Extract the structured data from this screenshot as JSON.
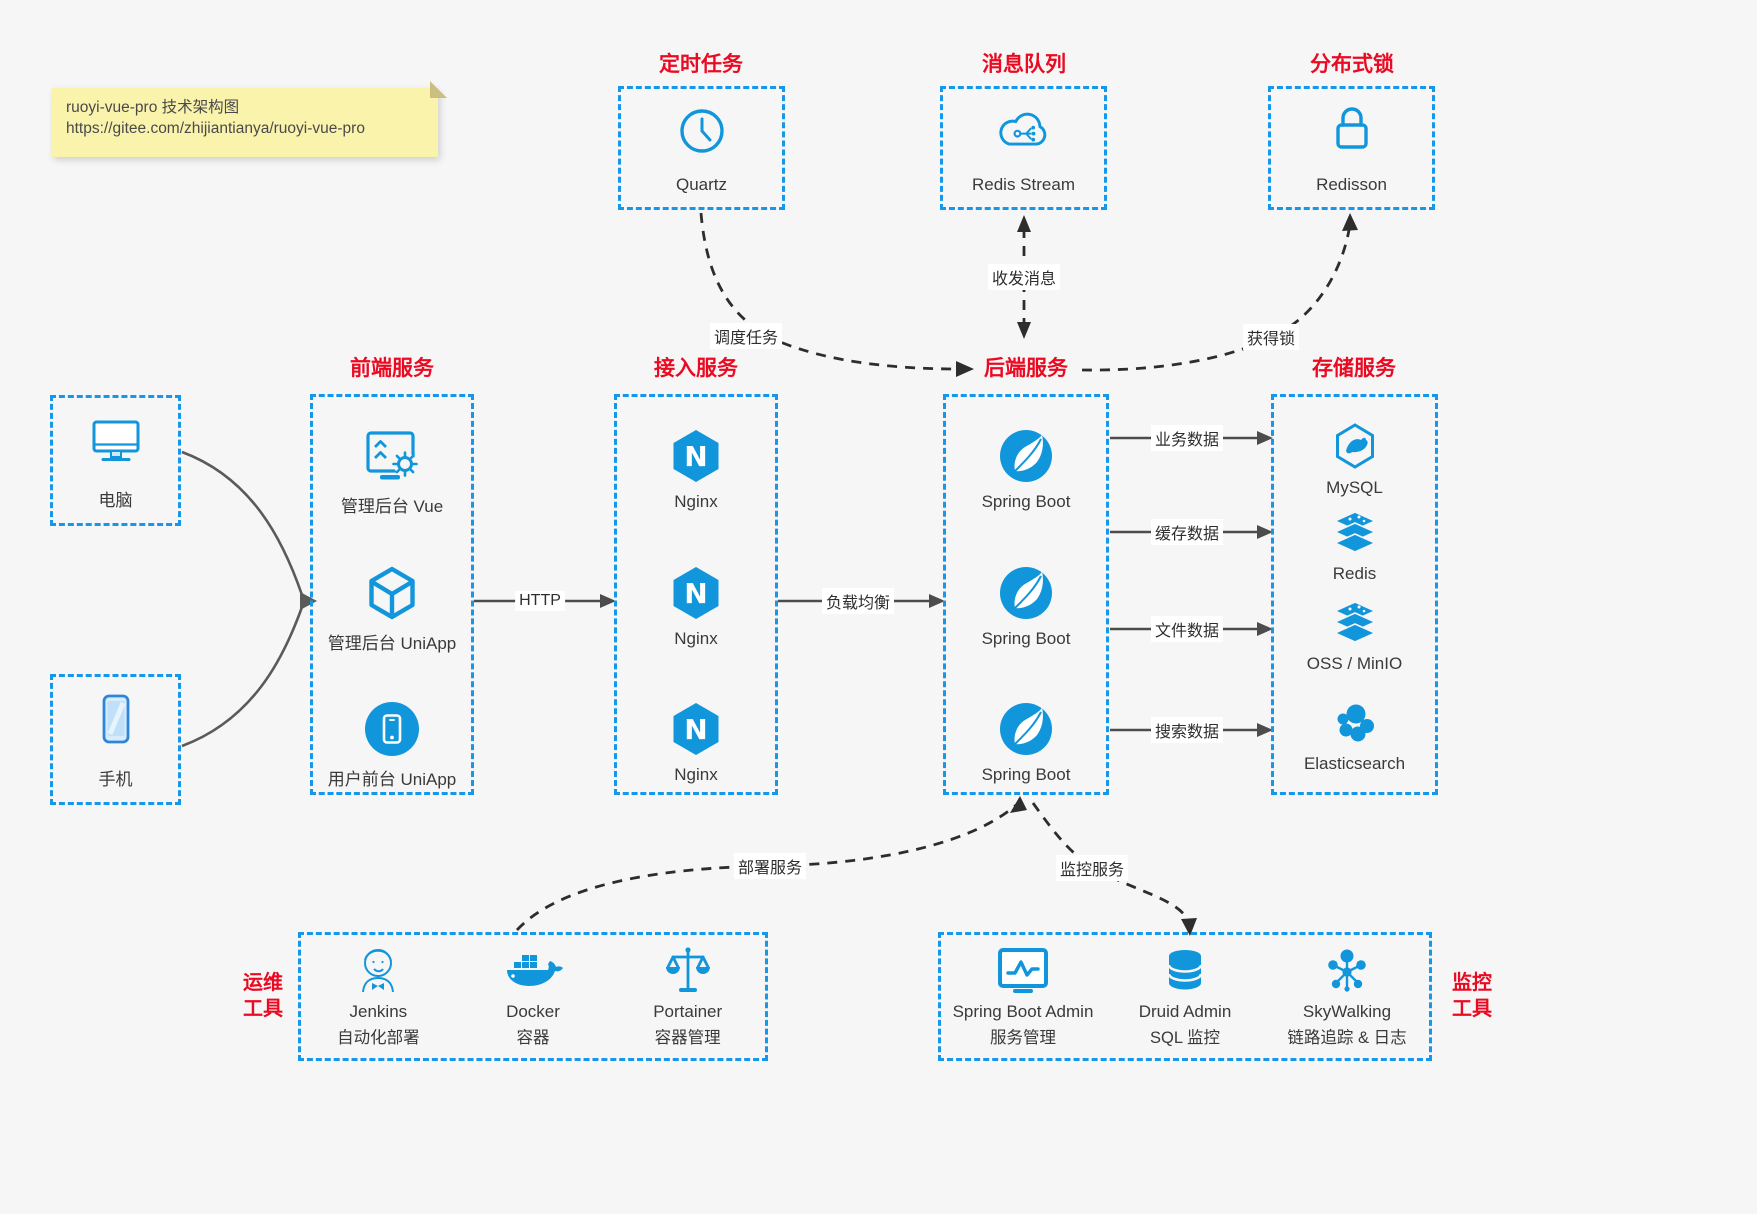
{
  "note": {
    "title": "ruoyi-vue-pro 技术架构图",
    "url": "https://gitee.com/zhijiantianya/ruoyi-vue-pro"
  },
  "top_boxes": [
    {
      "title": "定时任务",
      "label": "Quartz",
      "icon": "clock-icon"
    },
    {
      "title": "消息队列",
      "label": "Redis Stream",
      "icon": "cloud-stream-icon"
    },
    {
      "title": "分布式锁",
      "label": "Redisson",
      "icon": "lock-icon"
    }
  ],
  "clients": [
    {
      "label": "电脑",
      "icon": "desktop-icon"
    },
    {
      "label": "手机",
      "icon": "phone-icon"
    }
  ],
  "columns": [
    {
      "title": "前端服务",
      "items": [
        {
          "label": "管理后台 Vue",
          "icon": "admin-screen-gear-icon"
        },
        {
          "label": "管理后台 UniApp",
          "icon": "cube-icon"
        },
        {
          "label": "用户前台 UniApp",
          "icon": "mobile-circle-icon"
        }
      ]
    },
    {
      "title": "接入服务",
      "items": [
        {
          "label": "Nginx",
          "icon": "nginx-icon"
        },
        {
          "label": "Nginx",
          "icon": "nginx-icon"
        },
        {
          "label": "Nginx",
          "icon": "nginx-icon"
        }
      ]
    },
    {
      "title": "后端服务",
      "items": [
        {
          "label": "Spring Boot",
          "icon": "spring-boot-icon"
        },
        {
          "label": "Spring Boot",
          "icon": "spring-boot-icon"
        },
        {
          "label": "Spring Boot",
          "icon": "spring-boot-icon"
        }
      ]
    },
    {
      "title": "存储服务",
      "items": [
        {
          "label": "MySQL",
          "icon": "mysql-icon"
        },
        {
          "label": "Redis",
          "icon": "redis-stack-icon"
        },
        {
          "label": "OSS / MinIO",
          "icon": "oss-stack-icon"
        },
        {
          "label": "Elasticsearch",
          "icon": "elasticsearch-icon"
        }
      ]
    }
  ],
  "edges": {
    "http": "HTTP",
    "load_balance": "负载均衡",
    "business_data": "业务数据",
    "cache_data": "缓存数据",
    "file_data": "文件数据",
    "search_data": "搜索数据",
    "schedule": "调度任务",
    "message": "收发消息",
    "lock": "获得锁",
    "deploy": "部署服务",
    "monitor": "监控服务"
  },
  "ops_tools": {
    "side_label_line1": "运维",
    "side_label_line2": "工具",
    "items": [
      {
        "name": "Jenkins",
        "desc": "自动化部署",
        "icon": "jenkins-icon"
      },
      {
        "name": "Docker",
        "desc": "容器",
        "icon": "docker-icon"
      },
      {
        "name": "Portainer",
        "desc": "容器管理",
        "icon": "portainer-icon"
      }
    ]
  },
  "monitor_tools": {
    "side_label_line1": "监控",
    "side_label_line2": "工具",
    "items": [
      {
        "name": "Spring Boot Admin",
        "desc": "服务管理",
        "icon": "monitor-chart-icon"
      },
      {
        "name": "Druid Admin",
        "desc": "SQL 监控",
        "icon": "database-icon"
      },
      {
        "name": "SkyWalking",
        "desc": "链路追踪 & 日志",
        "icon": "topology-icon"
      }
    ]
  },
  "colors": {
    "accent_blue": "#1296db",
    "border_blue": "#1598ea",
    "title_red": "#ea0b23",
    "note_bg": "#faf3ac",
    "arrow_dark": "#4c4c4c",
    "dashed_dark": "#2d2d2d"
  }
}
